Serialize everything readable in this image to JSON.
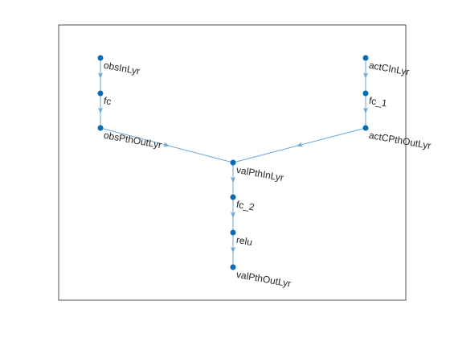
{
  "graph": {
    "colors": {
      "node": "#0a6bb5",
      "edge": "#6aa6d6",
      "label": "#262626",
      "axes_border": "#262626",
      "background": "#ffffff"
    },
    "nodes": [
      {
        "id": "obsInLyr",
        "label": "obsInLyr"
      },
      {
        "id": "fc",
        "label": "fc"
      },
      {
        "id": "obsPthOutLyr",
        "label": "obsPthOutLyr"
      },
      {
        "id": "actCInLyr",
        "label": "actCInLyr"
      },
      {
        "id": "fc_1",
        "label": "fc_1"
      },
      {
        "id": "actCPthOutLyr",
        "label": "actCPthOutLyr"
      },
      {
        "id": "valPthInLyr",
        "label": "valPthInLyr"
      },
      {
        "id": "fc_2",
        "label": "fc_2"
      },
      {
        "id": "relu",
        "label": "relu"
      },
      {
        "id": "valPthOutLyr",
        "label": "valPthOutLyr"
      }
    ],
    "edges": [
      {
        "from": "obsInLyr",
        "to": "fc"
      },
      {
        "from": "fc",
        "to": "obsPthOutLyr"
      },
      {
        "from": "actCInLyr",
        "to": "fc_1"
      },
      {
        "from": "fc_1",
        "to": "actCPthOutLyr"
      },
      {
        "from": "obsPthOutLyr",
        "to": "valPthInLyr"
      },
      {
        "from": "actCPthOutLyr",
        "to": "valPthInLyr"
      },
      {
        "from": "valPthInLyr",
        "to": "fc_2"
      },
      {
        "from": "fc_2",
        "to": "relu"
      },
      {
        "from": "relu",
        "to": "valPthOutLyr"
      }
    ]
  }
}
